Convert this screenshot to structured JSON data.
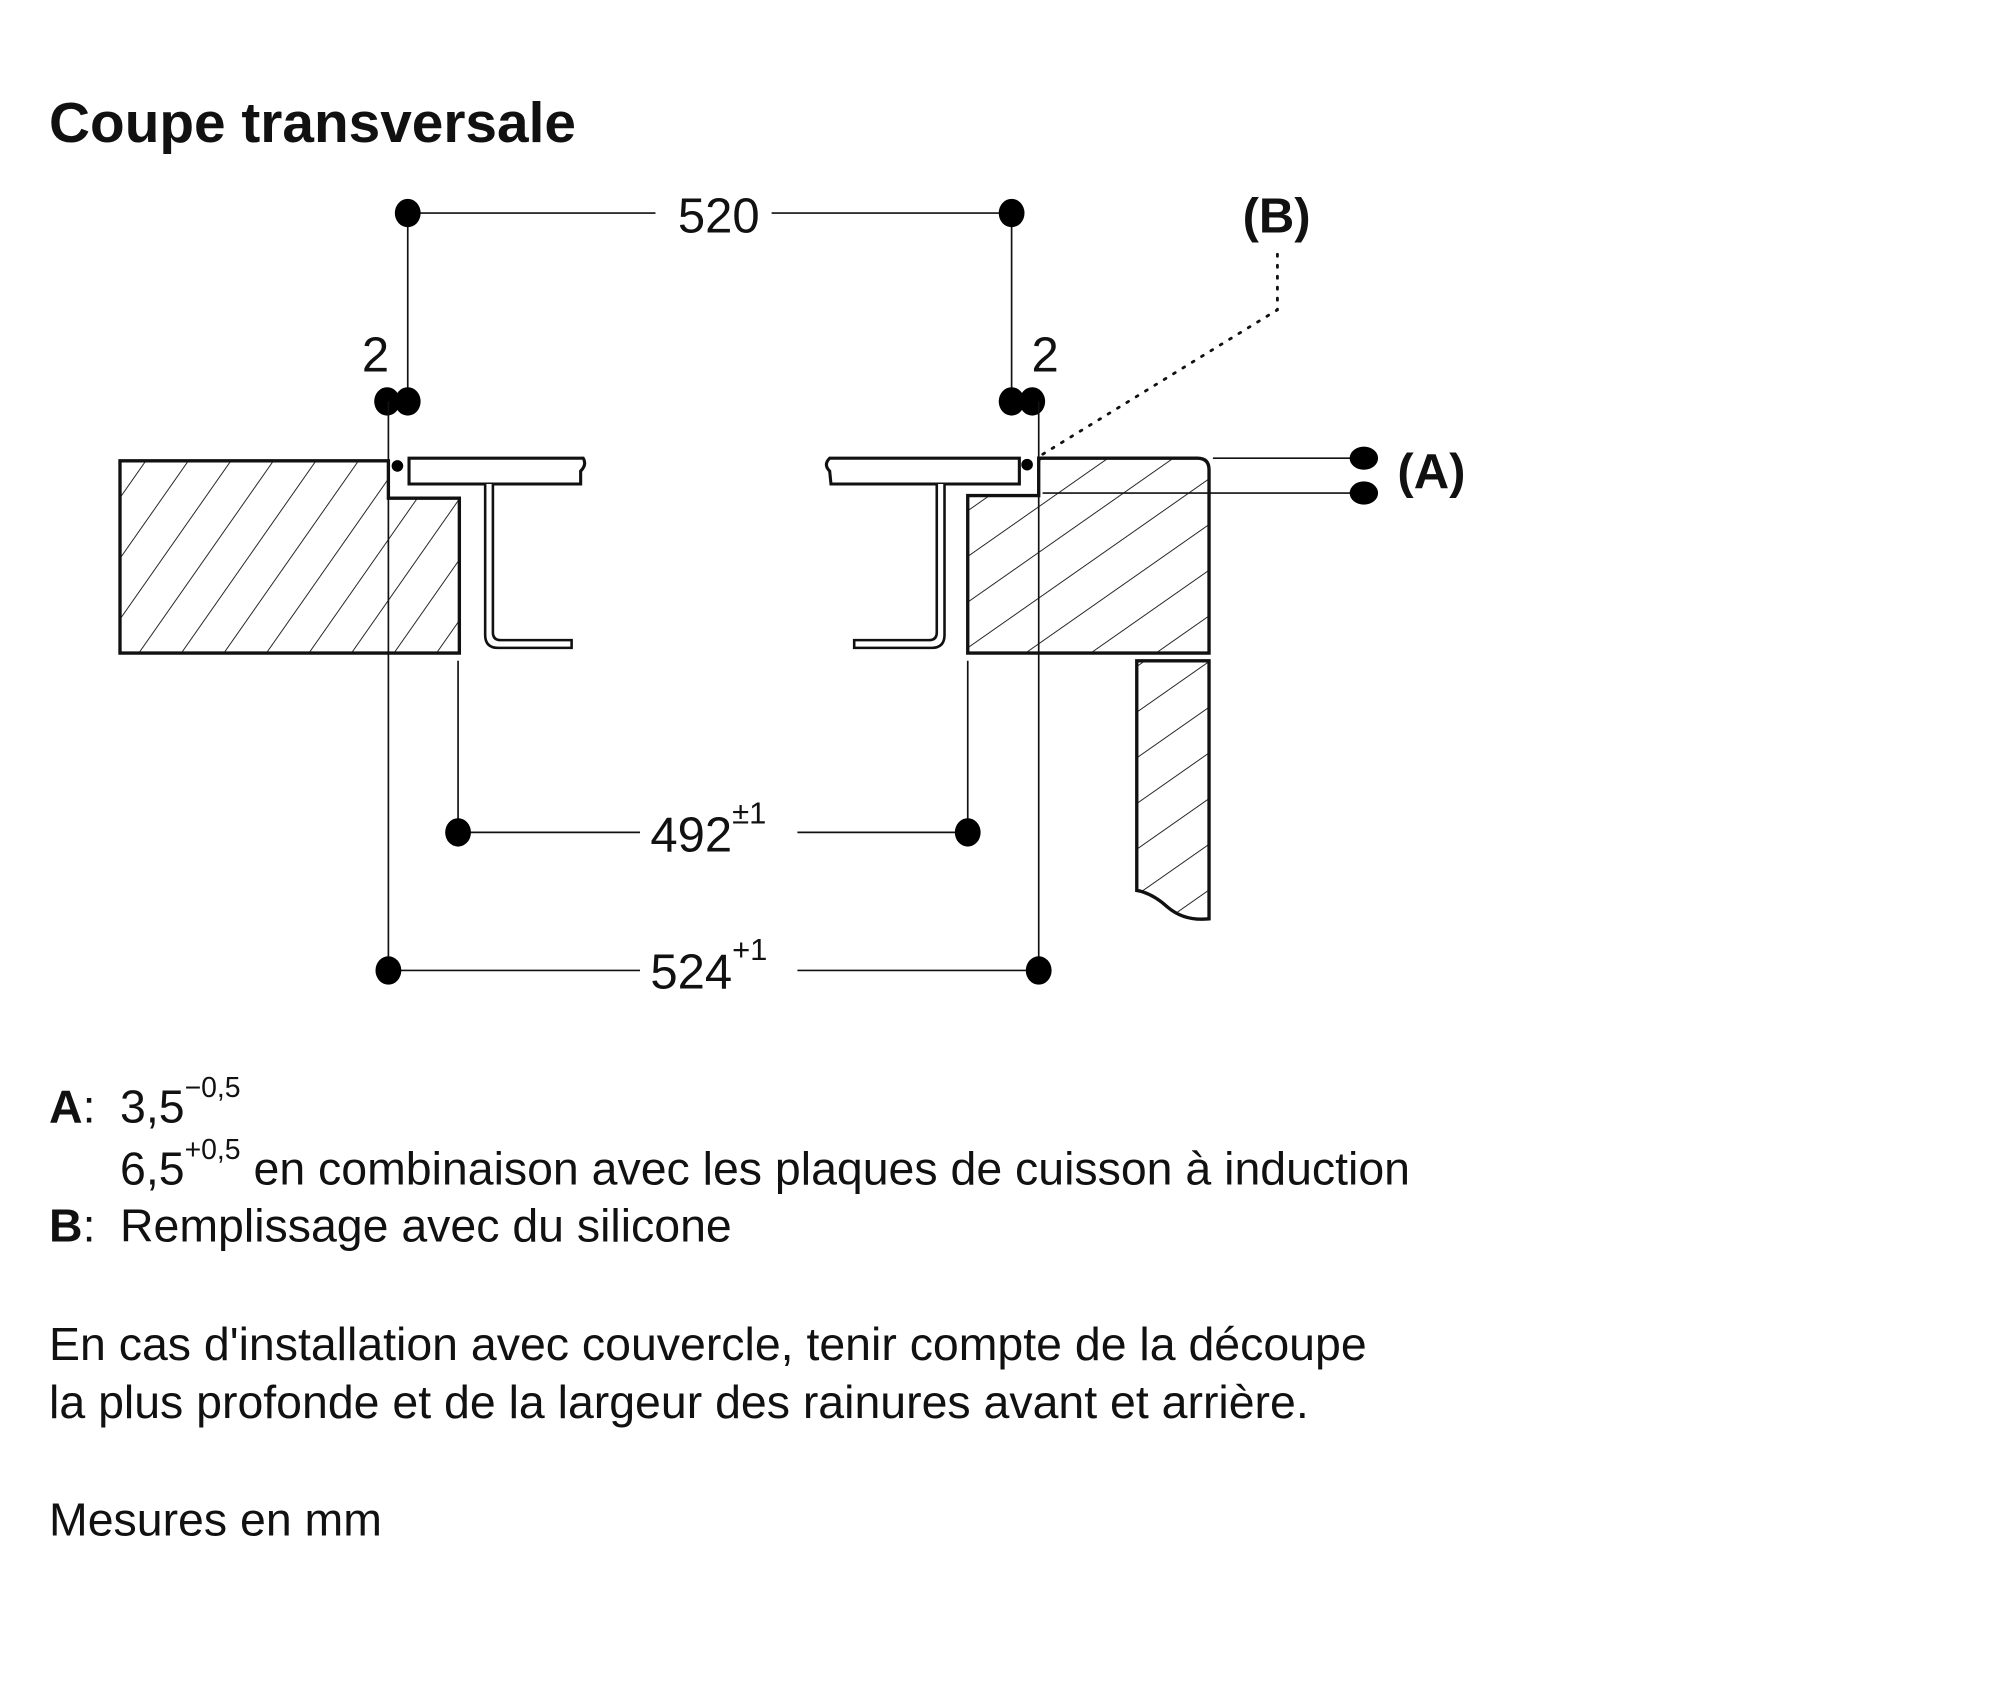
{
  "title": "Coupe transversale",
  "dimensions": {
    "top_width": "520",
    "left_gap": "2",
    "right_gap": "2",
    "cutout_inner": "492",
    "cutout_inner_tol": "±1",
    "cutout_outer": "524",
    "cutout_outer_tol": "+1",
    "label_a": "(A)",
    "label_b": "(B)"
  },
  "legend": {
    "a_key": "A",
    "a_colon": ":",
    "a_value1": "3,5",
    "a_tol1": "−0,5",
    "a_value2": "6,5",
    "a_tol2": "+0,5",
    "a_note": " en combinaison avec les plaques de cuisson à induction",
    "b_key": "B",
    "b_colon": ":",
    "b_text": "Remplissage avec du silicone"
  },
  "note_line1": "En cas d'installation avec couvercle, tenir compte de la découpe",
  "note_line2": "la plus profonde et de la largeur des rainures avant et arrière.",
  "units": "Mesures en mm",
  "colors": {
    "ink": "#111111",
    "background": "#ffffff"
  }
}
